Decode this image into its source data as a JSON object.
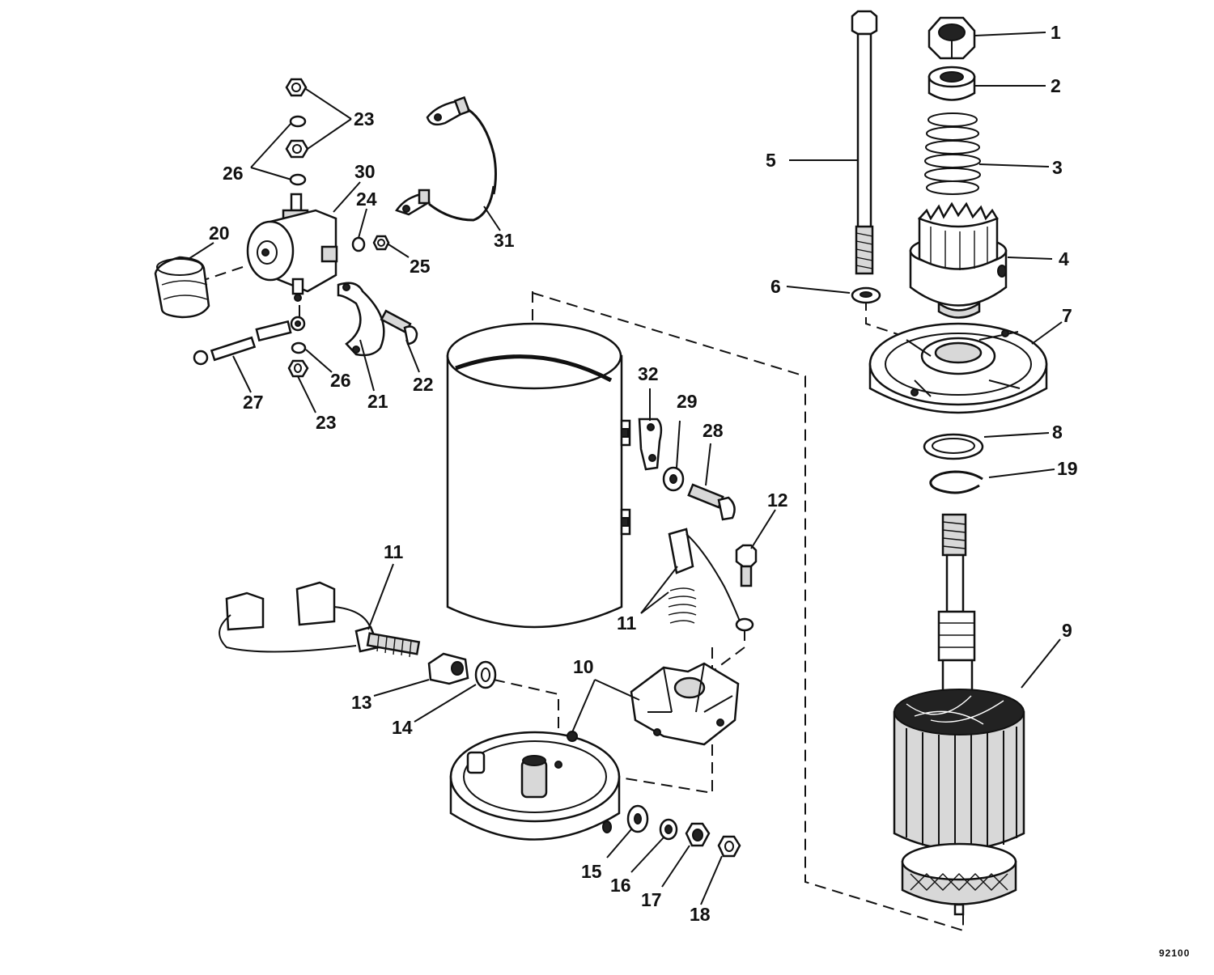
{
  "diagram": {
    "reference_number": "92100",
    "callouts": [
      {
        "id": "callout-1",
        "text": "1"
      },
      {
        "id": "callout-2",
        "text": "2"
      },
      {
        "id": "callout-3",
        "text": "3"
      },
      {
        "id": "callout-4",
        "text": "4"
      },
      {
        "id": "callout-5",
        "text": "5"
      },
      {
        "id": "callout-6",
        "text": "6"
      },
      {
        "id": "callout-7",
        "text": "7"
      },
      {
        "id": "callout-8",
        "text": "8"
      },
      {
        "id": "callout-19",
        "text": "19"
      },
      {
        "id": "callout-9",
        "text": "9"
      },
      {
        "id": "callout-23a",
        "text": "23"
      },
      {
        "id": "callout-26a",
        "text": "26"
      },
      {
        "id": "callout-30",
        "text": "30"
      },
      {
        "id": "callout-24",
        "text": "24"
      },
      {
        "id": "callout-25",
        "text": "25"
      },
      {
        "id": "callout-20",
        "text": "20"
      },
      {
        "id": "callout-31",
        "text": "31"
      },
      {
        "id": "callout-22",
        "text": "22"
      },
      {
        "id": "callout-21",
        "text": "21"
      },
      {
        "id": "callout-26b",
        "text": "26"
      },
      {
        "id": "callout-27",
        "text": "27"
      },
      {
        "id": "callout-23b",
        "text": "23"
      },
      {
        "id": "callout-32",
        "text": "32"
      },
      {
        "id": "callout-29",
        "text": "29"
      },
      {
        "id": "callout-28",
        "text": "28"
      },
      {
        "id": "callout-12",
        "text": "12"
      },
      {
        "id": "callout-11a",
        "text": "11"
      },
      {
        "id": "callout-11b",
        "text": "11"
      },
      {
        "id": "callout-10",
        "text": "10"
      },
      {
        "id": "callout-13",
        "text": "13"
      },
      {
        "id": "callout-14",
        "text": "14"
      },
      {
        "id": "callout-15",
        "text": "15"
      },
      {
        "id": "callout-16",
        "text": "16"
      },
      {
        "id": "callout-17",
        "text": "17"
      },
      {
        "id": "callout-18",
        "text": "18"
      }
    ]
  }
}
